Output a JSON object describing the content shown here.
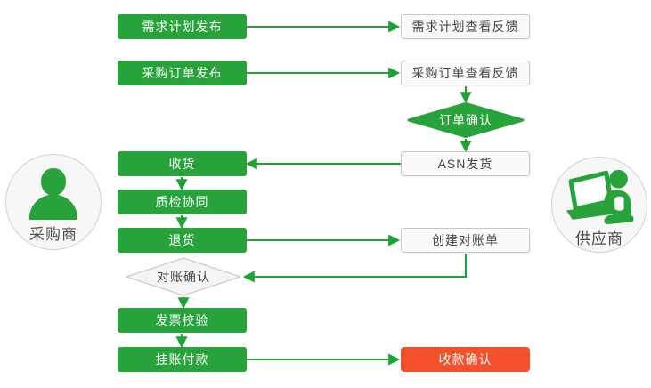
{
  "palette": {
    "green": "#28A33C",
    "line_green": "#1EA232",
    "red": "#F4502C",
    "white_box_bg": "#FAFAFA",
    "white_box_border": "#C8C8C8",
    "diamond_bg": "#F4F4F4",
    "diamond_border": "#C4C4C4",
    "circle_bg": "#F7F7F7",
    "circle_border": "#D0D0D0",
    "text_dark": "#454545",
    "text_white": "#FFFFFF"
  },
  "actors": {
    "buyer": {
      "label": "采购商",
      "icon": "person-icon"
    },
    "supplier": {
      "label": "供应商",
      "icon": "person-laptop-icon"
    }
  },
  "nodes": {
    "demand_publish": {
      "label": "需求计划发布",
      "type": "green-box"
    },
    "demand_feedback": {
      "label": "需求计划查看反馈",
      "type": "white-box"
    },
    "po_publish": {
      "label": "采购订单发布",
      "type": "green-box"
    },
    "po_feedback": {
      "label": "采购订单查看反馈",
      "type": "white-box"
    },
    "order_confirm": {
      "label": "订单确认",
      "type": "green-diamond"
    },
    "asn_ship": {
      "label": "ASN发货",
      "type": "white-box"
    },
    "receive": {
      "label": "收货",
      "type": "green-box"
    },
    "quality": {
      "label": "质检协同",
      "type": "green-box"
    },
    "return_goods": {
      "label": "退货",
      "type": "green-box"
    },
    "create_statement": {
      "label": "创建对账单",
      "type": "white-box"
    },
    "recon_confirm": {
      "label": "对账确认",
      "type": "white-diamond"
    },
    "invoice_check": {
      "label": "发票校验",
      "type": "green-box"
    },
    "payment": {
      "label": "挂账付款",
      "type": "green-box"
    },
    "receipt_confirm": {
      "label": "收款确认",
      "type": "red-box"
    }
  },
  "edges": [
    {
      "from": "demand_publish",
      "to": "demand_feedback"
    },
    {
      "from": "po_publish",
      "to": "po_feedback"
    },
    {
      "from": "po_feedback",
      "to": "order_confirm"
    },
    {
      "from": "order_confirm",
      "to": "asn_ship"
    },
    {
      "from": "asn_ship",
      "to": "receive"
    },
    {
      "from": "receive",
      "to": "quality"
    },
    {
      "from": "quality",
      "to": "return_goods"
    },
    {
      "from": "return_goods",
      "to": "create_statement"
    },
    {
      "from": "create_statement",
      "to": "recon_confirm"
    },
    {
      "from": "recon_confirm",
      "to": "invoice_check"
    },
    {
      "from": "invoice_check",
      "to": "payment"
    },
    {
      "from": "payment",
      "to": "receipt_confirm"
    }
  ]
}
